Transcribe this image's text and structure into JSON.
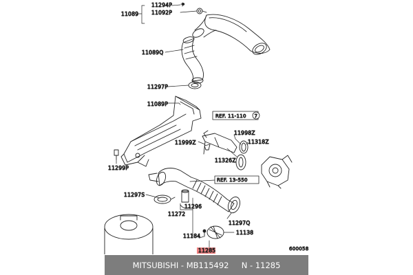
{
  "parts": {
    "p11294P": "11294P",
    "p11092P": "11092P",
    "p11089": "11089",
    "p11089Q": "11089Q",
    "p11297P": "11297P",
    "p11089P": "11089P",
    "p11999Z": "11999Z",
    "p11998Z": "11998Z",
    "p11318Z": "11318Z",
    "p11326Z": "11326Z",
    "p11299P": "11299P",
    "p11297S": "11297S",
    "p11296": "11296",
    "p11272": "11272",
    "p11297Q": "11297Q",
    "p11184": "11184",
    "p11138": "11138",
    "p11285": "11285"
  },
  "references": {
    "ref1": "REF. 11-110",
    "ref1_circle": "7",
    "ref2": "REF. 13-550"
  },
  "diagram_code": "600058",
  "highlight_color": "#f08080",
  "footer": {
    "brand": "MITSUBISHI",
    "sep1": " - ",
    "part_no": "MB115492",
    "spacer": "     ",
    "ref_no": "N - 11285"
  }
}
